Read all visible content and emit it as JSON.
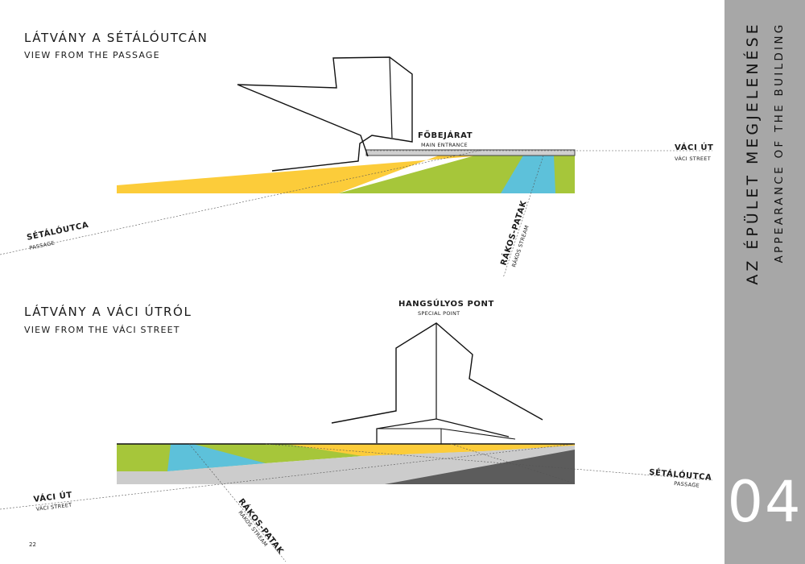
{
  "section1": {
    "title": "LÁTVÁNY A SÉTÁLÓUTCÁN",
    "subtitle": "VIEW FROM THE PASSAGE",
    "labels": {
      "entrance_hu": "FŐBEJÁRAT",
      "entrance_en": "MAIN ENTRANCE",
      "vaci_hu": "VÁCI ÚT",
      "vaci_en": "VÁCI STREET",
      "setalo_hu": "SÉTÁLÓUTCA",
      "setalo_en": "PASSAGE",
      "rakos_hu": "RÁKOS-PATAK",
      "rakos_en": "RÁKOS STREAM"
    }
  },
  "section2": {
    "title": "LÁTVÁNY A VÁCI ÚTRÓL",
    "subtitle": "VIEW FROM THE VÁCI STREET",
    "labels": {
      "special_hu": "HANGSÚLYOS PONT",
      "special_en": "SPECIAL POINT",
      "setalo_hu": "SÉTÁLÓUTCA",
      "setalo_en": "PASSAGE",
      "vaci_hu": "VÁCI ÚT",
      "vaci_en": "VÁCI STREET",
      "rakos_hu": "RÁKOS-PATAK",
      "rakos_en": "RÁKOS STREAM"
    }
  },
  "sidebar": {
    "title_hu": "AZ ÉPÜLET MEGJELENÉSE",
    "title_en": "APPEARANCE OF THE BUILDING",
    "chapter": "04"
  },
  "page_number": "22",
  "colors": {
    "yellow": "#fccc3a",
    "green": "#a6c63a",
    "blue": "#5dc1da",
    "light_gray": "#cccccc",
    "dark_gray": "#5c5c5c",
    "sidebar": "#a7a7a7"
  }
}
